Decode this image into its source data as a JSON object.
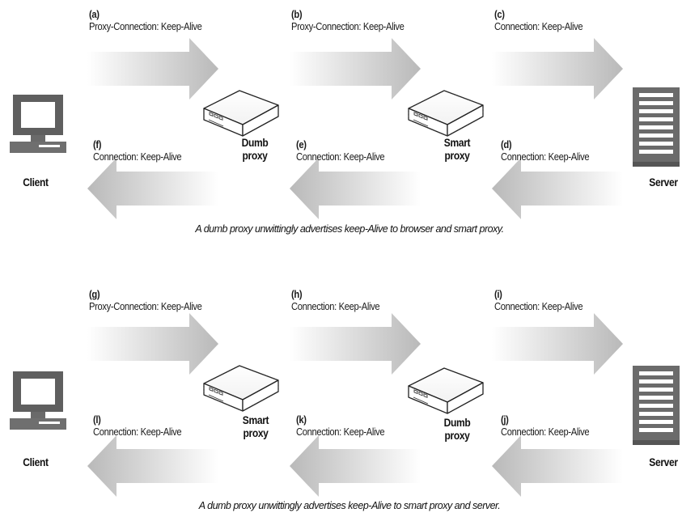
{
  "panels": [
    {
      "labels": [
        {
          "letter": "(a)",
          "header": "Proxy-Connection: Keep-Alive"
        },
        {
          "letter": "(b)",
          "header": "Proxy-Connection: Keep-Alive"
        },
        {
          "letter": "(c)",
          "header": "Connection: Keep-Alive"
        },
        {
          "letter": "(f)",
          "header": "Connection: Keep-Alive"
        },
        {
          "letter": "(e)",
          "header": "Connection: Keep-Alive"
        },
        {
          "letter": "(d)",
          "header": "Connection: Keep-Alive"
        }
      ],
      "client": "Client",
      "server": "Server",
      "proxy1": [
        "Dumb",
        "proxy"
      ],
      "proxy2": [
        "Smart",
        "proxy"
      ],
      "caption": "A dumb proxy unwittingly advertises keep-Alive to browser and smart proxy."
    },
    {
      "labels": [
        {
          "letter": "(g)",
          "header": "Proxy-Connection: Keep-Alive"
        },
        {
          "letter": "(h)",
          "header": "Connection: Keep-Alive"
        },
        {
          "letter": "(i)",
          "header": "Connection: Keep-Alive"
        },
        {
          "letter": "(l)",
          "header": "Connection: Keep-Alive"
        },
        {
          "letter": "(k)",
          "header": "Connection: Keep-Alive"
        },
        {
          "letter": "(j)",
          "header": "Connection: Keep-Alive"
        }
      ],
      "client": "Client",
      "server": "Server",
      "proxy1": [
        "Smart",
        "proxy"
      ],
      "proxy2": [
        "Dumb",
        "proxy"
      ],
      "caption": "A dumb proxy unwittingly advertises keep-Alive to smart proxy and server."
    }
  ]
}
